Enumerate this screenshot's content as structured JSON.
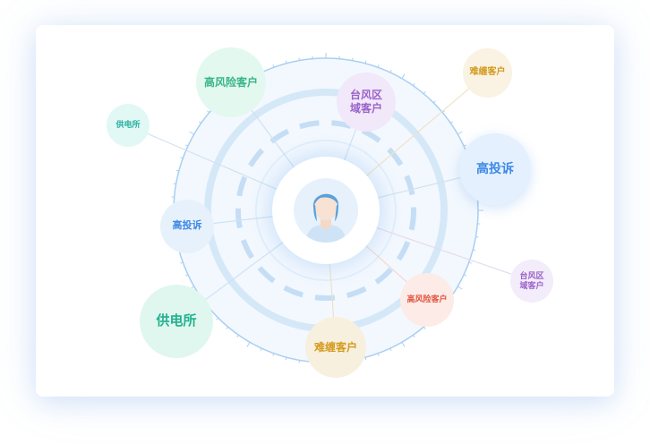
{
  "center": {
    "icon": "user-avatar-icon"
  },
  "nodes": [
    {
      "id": "gaofengxian-top",
      "label": "高风险客户",
      "color": "#37b489",
      "bg": "#e3f8ee"
    },
    {
      "id": "taifeng-top",
      "label": "台风区域客户",
      "color": "#9b62c8",
      "bg": "#f1e8fa"
    },
    {
      "id": "nanchan-topright",
      "label": "难缠客户",
      "color": "#d39a1c",
      "bg": "#faf2e2"
    },
    {
      "id": "gongdian-left",
      "label": "供电所",
      "color": "#2bb1a0",
      "bg": "#e2f8f4"
    },
    {
      "id": "gaotousu-right",
      "label": "高投诉",
      "color": "#3d89e6",
      "bg": "#e4f0fd"
    },
    {
      "id": "gaotousu-left",
      "label": "高投诉",
      "color": "#3d89e6",
      "bg": "#e7f1fc"
    },
    {
      "id": "taifeng-right",
      "label": "台风区域客户",
      "color": "#9b62c8",
      "bg": "#f3ecfa"
    },
    {
      "id": "gaofengxian-bottom",
      "label": "高风险客户",
      "color": "#e2533e",
      "bg": "#fcebe7"
    },
    {
      "id": "gongdian-bottom",
      "label": "供电所",
      "color": "#22b08e",
      "bg": "#dff7ef"
    },
    {
      "id": "nanchan-bottom",
      "label": "难缠客户",
      "color": "#d39a1c",
      "bg": "#f8f0de"
    }
  ]
}
